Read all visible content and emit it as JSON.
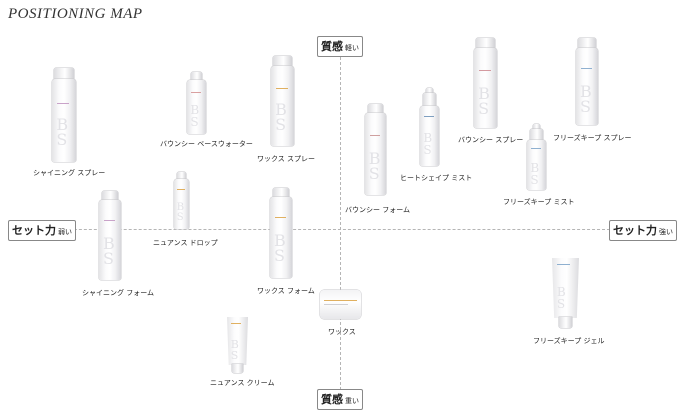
{
  "title": "POSITIONING MAP",
  "axes": {
    "top": {
      "main": "質感",
      "sub": "軽い"
    },
    "bottom": {
      "main": "質感",
      "sub": "重い"
    },
    "left": {
      "main": "セット力",
      "sub": "弱い"
    },
    "right": {
      "main": "セット力",
      "sub": "強い"
    }
  },
  "products": [
    {
      "id": "shining-spray",
      "label": "シャイニング スプレー",
      "accent": "#c9a3c9"
    },
    {
      "id": "bouncy-base-water",
      "label": "バウンシー ベースウォーター",
      "accent": "#d9a0a0"
    },
    {
      "id": "wax-spray",
      "label": "ワックス スプレー",
      "accent": "#e0b060"
    },
    {
      "id": "bouncy-foam",
      "label": "バウンシー フォーム",
      "accent": "#cfa0a0"
    },
    {
      "id": "heat-shape-mist",
      "label": "ヒートシェイプ ミスト",
      "accent": "#7f9fc0"
    },
    {
      "id": "bouncy-spray",
      "label": "バウンシー スプレー",
      "accent": "#d49aa0"
    },
    {
      "id": "freeze-keep-spray",
      "label": "フリーズキープ スプレー",
      "accent": "#8fb0d0"
    },
    {
      "id": "freeze-keep-mist",
      "label": "フリーズキープ ミスト",
      "accent": "#8fb0d0"
    },
    {
      "id": "shining-foam",
      "label": "シャイニング フォーム",
      "accent": "#c9a3c9"
    },
    {
      "id": "nuance-drop",
      "label": "ニュアンス ドロップ",
      "accent": "#e0b060"
    },
    {
      "id": "wax-foam",
      "label": "ワックス フォーム",
      "accent": "#e0b060"
    },
    {
      "id": "wax",
      "label": "ワックス",
      "accent": "#e0b060"
    },
    {
      "id": "nuance-cream",
      "label": "ニュアンス クリーム",
      "accent": "#e0b060"
    },
    {
      "id": "freeze-keep-gel",
      "label": "フリーズキープ ジェル",
      "accent": "#8fb0d0"
    }
  ]
}
